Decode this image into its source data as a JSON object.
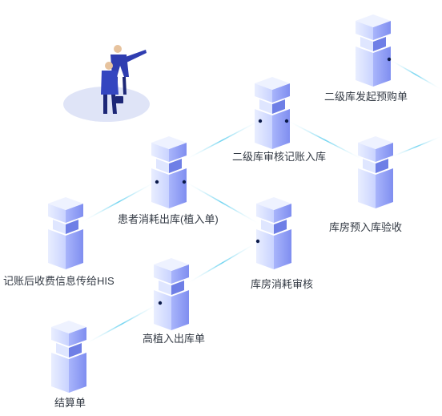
{
  "colors": {
    "server_top": "#e6ecff",
    "server_side_light": "#d3dcff",
    "server_side_dark": "#8f9cf4",
    "link": "#6ed3f0",
    "text": "#333a44",
    "platform": "#dfe4f7",
    "suit": "#2f3db0"
  },
  "icons": {
    "server": "server-stack-icon",
    "people": "business-people-illustration"
  },
  "nodes": {
    "n1": {
      "label": "二级库发起预购单"
    },
    "n2": {
      "label": "二级库审核记账入库"
    },
    "n3": {
      "label": "库房预入库验收"
    },
    "n4": {
      "label": "患者消耗出库(植入单)"
    },
    "n5": {
      "label": "记账后收费信息传给HIS"
    },
    "n6": {
      "label": "库房消耗审核"
    },
    "n7": {
      "label": "高植入出库单"
    },
    "n8": {
      "label": "结算单"
    }
  }
}
